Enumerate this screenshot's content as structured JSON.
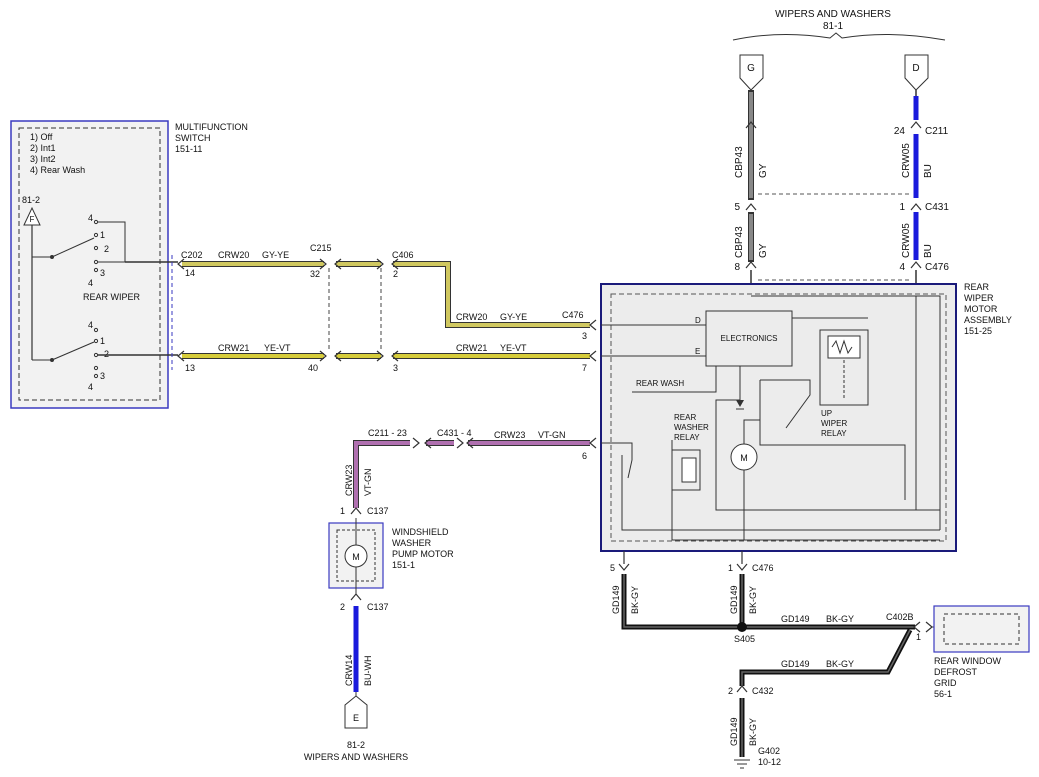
{
  "title_top": {
    "name": "WIPERS AND WASHERS",
    "ref": "81-1"
  },
  "title_bottom": {
    "name": "WIPERS AND WASHERS",
    "ref": "81-2"
  },
  "multifunction_switch": {
    "title_line1": "MULTIFUNCTION",
    "title_line2": "SWITCH",
    "ref": "151-11",
    "legend": [
      "1) Off",
      "2) Int1",
      "3) Int2",
      "4) Rear Wash"
    ],
    "fuse_ref": "81-2",
    "fuse_letter": "F",
    "rear_wiper_label": "REAR WIPER",
    "upper_pins": [
      "4",
      "1",
      "2",
      "3",
      "4"
    ],
    "lower_pins": [
      "4",
      "1",
      "2",
      "3",
      "4"
    ]
  },
  "rear_wiper_motor": {
    "title_lines": [
      "REAR",
      "WIPER",
      "MOTOR",
      "ASSEMBLY"
    ],
    "ref": "151-25",
    "electronics": "ELECTRONICS",
    "rear_wash": "REAR WASH",
    "washer_relay_lines": [
      "REAR",
      "WASHER",
      "RELAY"
    ],
    "up_relay_lines": [
      "UP",
      "WIPER",
      "RELAY"
    ],
    "pin_d": "D",
    "pin_e": "E",
    "motor": "M"
  },
  "washer_pump": {
    "title_lines": [
      "WINDSHIELD",
      "WASHER",
      "PUMP MOTOR"
    ],
    "ref": "151-1",
    "motor": "M"
  },
  "defrost_grid": {
    "title_lines": [
      "REAR WINDOW",
      "DEFROST",
      "GRID"
    ],
    "ref": "56-1"
  },
  "connectors": {
    "g_letter": "G",
    "d_letter": "D",
    "e_letter": "E",
    "c211_pin": "24",
    "c211": "C211",
    "c431_pin_g": "5",
    "c431_pin_d": "1",
    "c431": "C431",
    "c476_pin_g": "8",
    "c476_pin_d": "4",
    "c476": "C476",
    "c202": "C202",
    "c202_pin_a": "14",
    "c202_pin_b": "13",
    "c215": "C215",
    "c215_pin_a": "32",
    "c215_pin_b": "40",
    "c406": "C406",
    "c406_pin_a": "2",
    "c406_pin_b": "3",
    "c476_left": "C476",
    "c476_pin3": "3",
    "c476_pin7": "7",
    "c476_pin6": "6",
    "c211_mid": "C211 - 23",
    "c431_mid": "C431 - 4",
    "c137_top": "C137",
    "c137_top_pin": "1",
    "c137_bot": "C137",
    "c137_bot_pin": "2",
    "c476_bot": "C476",
    "c476_bot_pin5": "5",
    "c476_bot_pin1": "1",
    "c402b": "C402B",
    "c402b_pin": "1",
    "s405": "S405",
    "c432": "C432",
    "c432_pin": "2",
    "g402": "G402",
    "g402_ref": "10-12"
  },
  "wires": {
    "cbp43": "CBP43",
    "gy": "GY",
    "crw05": "CRW05",
    "bu": "BU",
    "crw20": "CRW20",
    "gy_ye": "GY-YE",
    "crw21": "CRW21",
    "ye_vt": "YE-VT",
    "crw23": "CRW23",
    "vt_gn": "VT-GN",
    "crw14": "CRW14",
    "bu_wh": "BU-WH",
    "gd149": "GD149",
    "bk_gy": "BK-GY"
  },
  "colors": {
    "gy": "#7a7a7a",
    "bu": "#1a1adc",
    "gy_ye": "#c8c050",
    "ye_vt": "#d6cc3a",
    "vt_gn": "#b070b0",
    "bk": "#111111",
    "frame": "#2b2bb0"
  }
}
